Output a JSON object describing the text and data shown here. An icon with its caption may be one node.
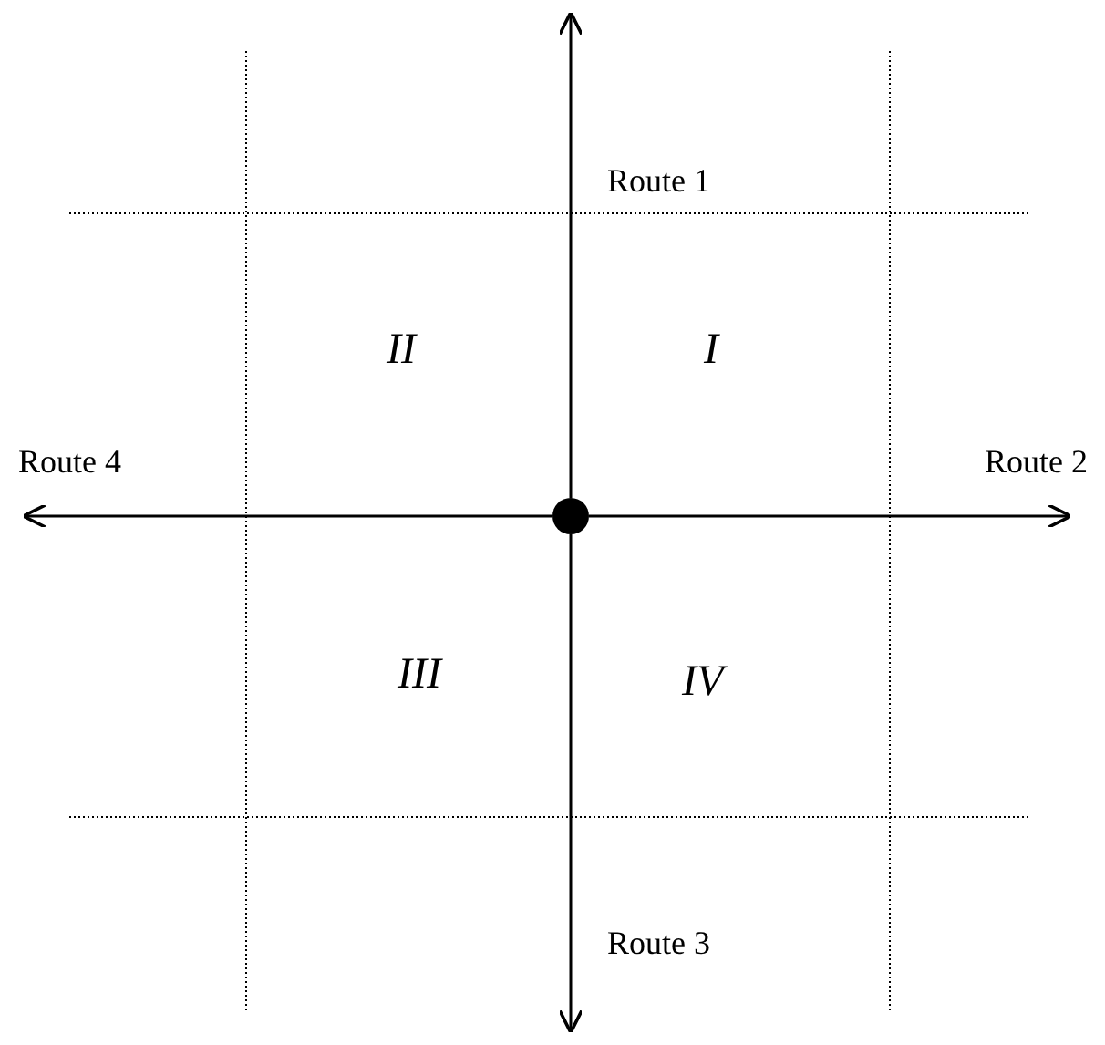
{
  "diagram": {
    "nodes": [
      {
        "text": [],
        "shape": "circle"
      },
      {
        "text": [
          "Route 1"
        ]
      },
      {
        "text": [
          "Route 2"
        ]
      },
      {
        "text": [
          "Route 3"
        ]
      },
      {
        "text": [
          "Route 4"
        ]
      }
    ],
    "edges": [
      {
        "from": 0,
        "to": 1,
        "arrow": "to"
      },
      {
        "from": 0,
        "to": 2,
        "arrow": "to"
      },
      {
        "from": 0,
        "to": 3,
        "arrow": "to"
      },
      {
        "from": 0,
        "to": 4,
        "arrow": "to"
      }
    ],
    "labels": [
      "II",
      "I",
      "III",
      "IV"
    ]
  }
}
